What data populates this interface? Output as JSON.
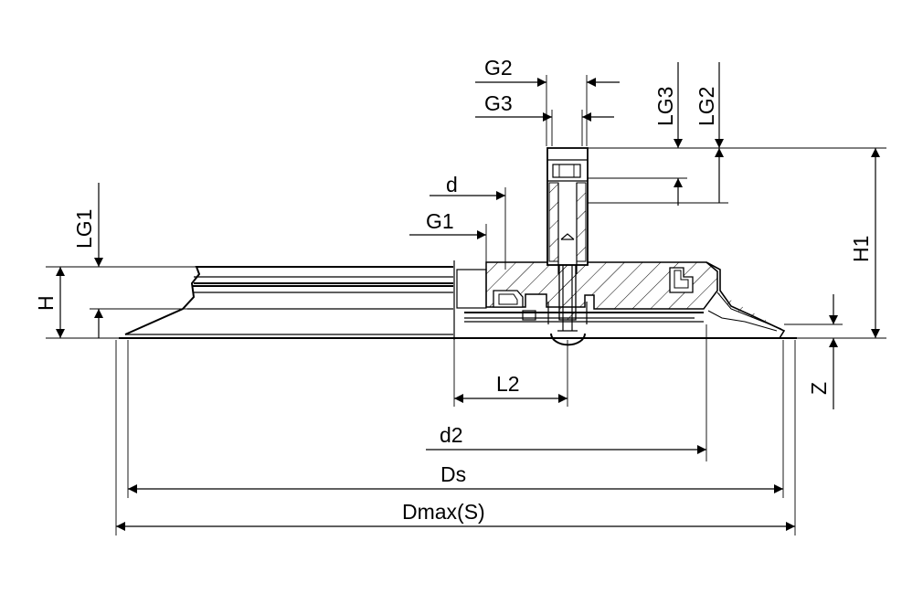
{
  "labels": {
    "G2": "G2",
    "G3": "G3",
    "LG3": "LG3",
    "LG2": "LG2",
    "d": "d",
    "G1": "G1",
    "LG1": "LG1",
    "H": "H",
    "H1": "H1",
    "Z": "Z",
    "L2": "L2",
    "d2": "d2",
    "Ds": "Ds",
    "Dmax": "Dmax(S)"
  }
}
